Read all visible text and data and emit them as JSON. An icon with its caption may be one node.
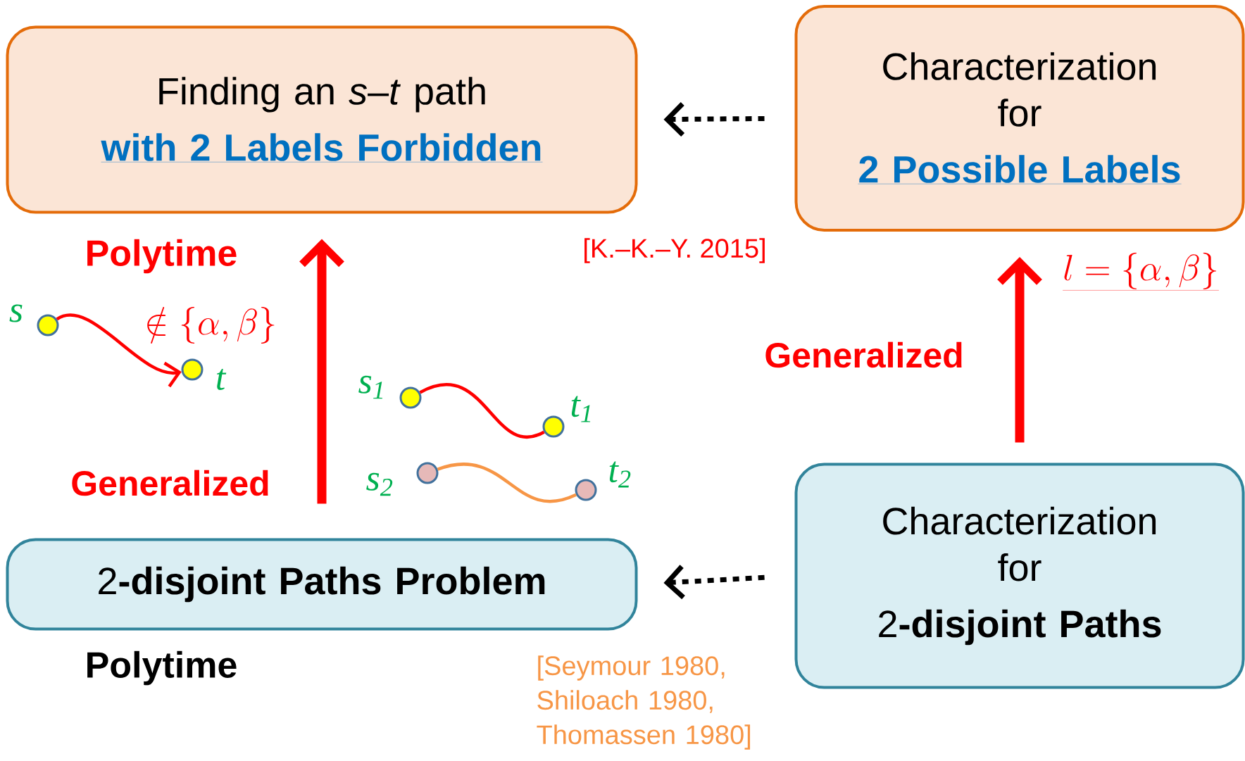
{
  "diagram": {
    "nodes": [
      {
        "text": [
          "Finding an *s*–*t* path",
          "with 2 Labels Forbidden"
        ],
        "beside": [
          "Polytime"
        ]
      },
      {
        "text": [
          "Characterization for",
          "2 Possible Labels"
        ]
      },
      {
        "text": [
          "2**-disjoint Paths Problem**"
        ],
        "beside": [
          "Polytime"
        ]
      },
      {
        "text": [
          "Characterization for",
          "2**-disjoint Paths**"
        ]
      },
      {
        "text": [],
        "shape": "circle",
        "beside": [
          "s"
        ]
      },
      {
        "text": [],
        "shape": "circle",
        "beside": [
          "t"
        ]
      },
      {
        "text": [],
        "shape": "circle",
        "beside": [
          "s$_{1}$"
        ]
      },
      {
        "text": [],
        "shape": "circle",
        "beside": [
          "t$_{1}$"
        ]
      },
      {
        "text": [],
        "shape": "circle",
        "beside": [
          "s$_{2}$"
        ]
      },
      {
        "text": [],
        "shape": "circle",
        "beside": [
          "t$_{2}$"
        ]
      }
    ],
    "edges": [
      {
        "from": 1,
        "to": 0,
        "arrow": "to",
        "style": "dashed",
        "color": "#000000"
      },
      {
        "from": 2,
        "to": 0,
        "arrow": "to",
        "style": "thick",
        "color": "#ff0000",
        "label": "Generalized"
      },
      {
        "from": 3,
        "to": 2,
        "arrow": "to",
        "style": "dashed",
        "color": "#000000"
      },
      {
        "from": 3,
        "to": 1,
        "arrow": "to",
        "style": "thick",
        "color": "#ff0000",
        "label": "Generalized"
      },
      {
        "from": 4,
        "to": 5,
        "arrow": "to",
        "color": "#ff0000"
      },
      {
        "from": 6,
        "to": 7,
        "arrow": "none",
        "color": "#ff0000"
      },
      {
        "from": 8,
        "to": 9,
        "arrow": "none",
        "color": "#f79646"
      }
    ],
    "labels": [
      "[K.–K.–Y.  2015]",
      "l = \\{\\alpha, \\beta\\}",
      "\\notin \\{\\alpha, \\beta\\}",
      "[Seymour  1980, Shiloach  1980, Thomassen  1980]"
    ]
  }
}
